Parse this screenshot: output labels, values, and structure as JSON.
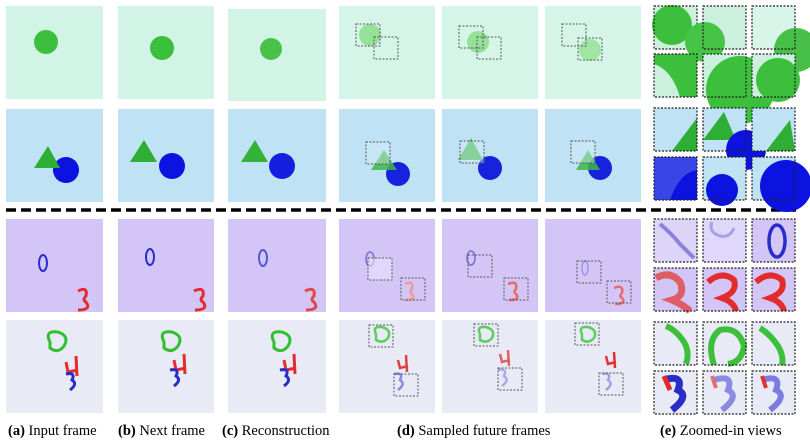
{
  "captions": {
    "a_tag": "(a)",
    "a_text": "Input frame",
    "b_tag": "(b)",
    "b_text": "Next frame",
    "c_tag": "(c)",
    "c_text": "Reconstruction",
    "d_tag": "(d)",
    "d_text": "Sampled future frames",
    "e_tag": "(e)",
    "e_text": "Zoomed-in views"
  },
  "colors": {
    "row_bg": [
      "#d2f4e6",
      "#bfe2f4",
      "#d3c6f7",
      "#e8ebf6"
    ],
    "green": "#3cbf3c",
    "blue": "#0c12e0",
    "red": "#e22b2b",
    "digit_blue": "#2a2cc8"
  }
}
